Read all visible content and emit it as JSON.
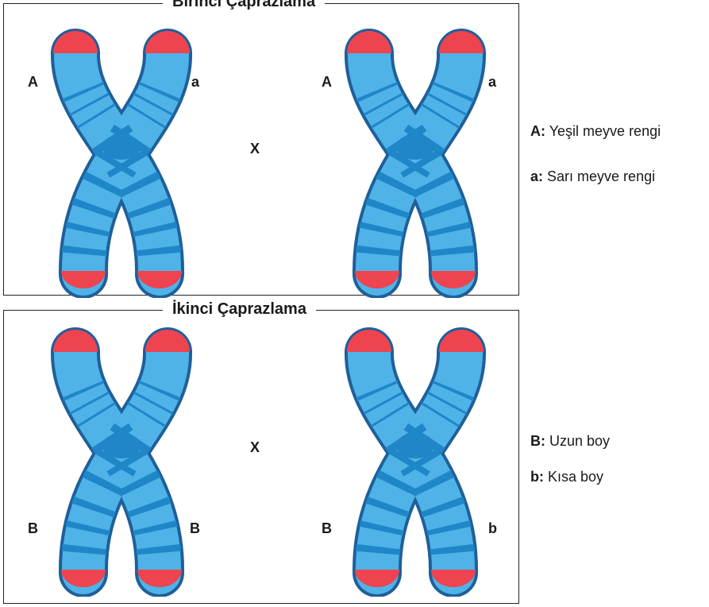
{
  "panel1": {
    "title": "Birinci Çaprazlama",
    "chromosome_left": {
      "allele_left": "A",
      "allele_right": "a"
    },
    "cross_symbol": "X",
    "chromosome_right": {
      "allele_left": "A",
      "allele_right": "a"
    }
  },
  "panel2": {
    "title": "İkinci Çaprazlama",
    "chromosome_left": {
      "allele_left": "B",
      "allele_right": "B"
    },
    "cross_symbol": "X",
    "chromosome_right": {
      "allele_left": "B",
      "allele_right": "b"
    }
  },
  "legend": [
    {
      "key": "A:",
      "text": "Yeşil meyve rengi"
    },
    {
      "key": "a:",
      "text": "Sarı meyve rengi"
    },
    {
      "key": "B:",
      "text": "Uzun boy"
    },
    {
      "key": "b:",
      "text": "Kısa boy"
    }
  ],
  "colors": {
    "chromatid": "#4fb3e8",
    "outline": "#1f5f9a",
    "band": "#1f86c8",
    "telomere": "#ee4450"
  },
  "icons": [
    "chromosome-icon"
  ]
}
